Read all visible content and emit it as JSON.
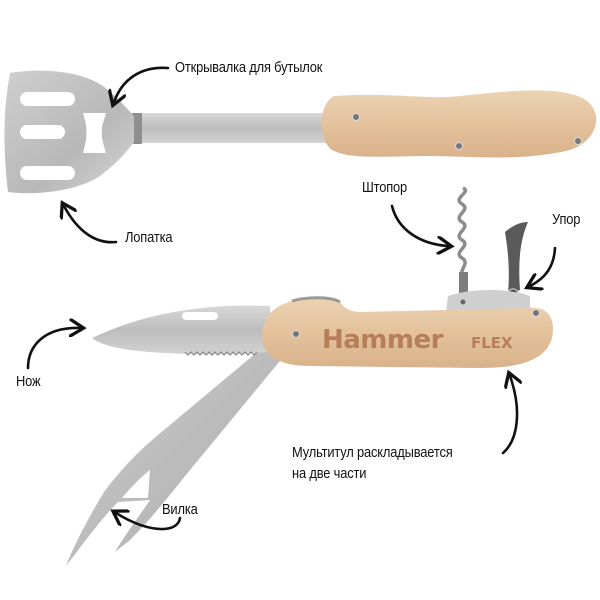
{
  "image": {
    "description": "Hammer FLEX BBQ multitool product infographic with annotated parts",
    "background_color": "#ffffff",
    "wood_color": "#e6c7a2",
    "steel_color": "#c9c9c9",
    "text_color": "#111111"
  },
  "product": {
    "brand_primary": "Hammer",
    "brand_secondary": "FLEX",
    "engraving_color": "#b77e5a"
  },
  "labels": {
    "bottle_opener": "Открывалка для бутылок",
    "spatula": "Лопатка",
    "corkscrew": "Штопор",
    "stop": "Упор",
    "knife": "Нож",
    "fork": "Вилка",
    "folds_line1": "Мультитул раскладывается",
    "folds_line2": "на две части"
  },
  "icons": {
    "arrows": [
      "arrow-to-bottle-opener",
      "arrow-to-spatula",
      "arrow-to-corkscrew",
      "arrow-to-stop",
      "arrow-to-knife",
      "arrow-to-fork",
      "arrow-to-handle"
    ]
  }
}
